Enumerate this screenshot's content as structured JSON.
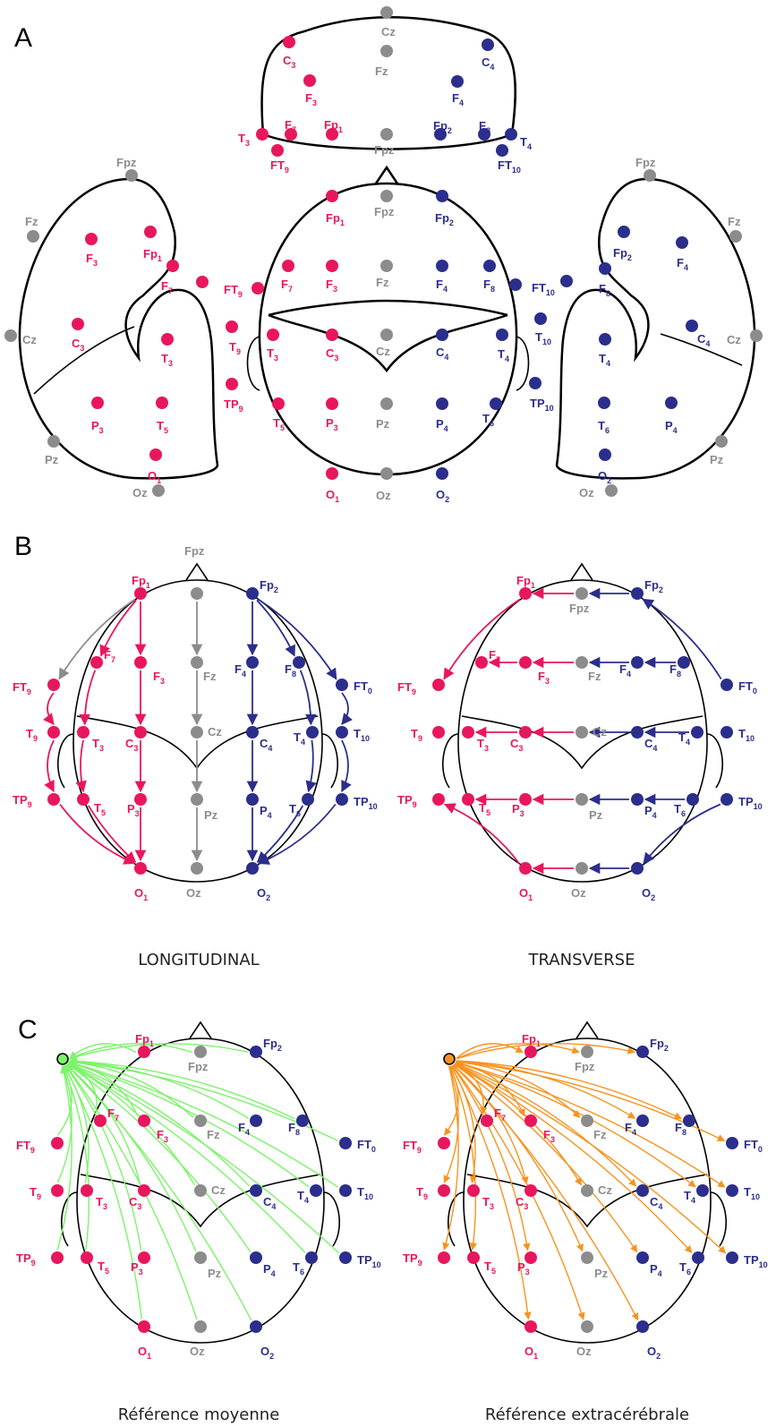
{
  "panels": {
    "A": {
      "letter": "A"
    },
    "B": {
      "letter": "B",
      "left_caption": "LONGITUDINAL",
      "right_caption": "TRANSVERSE"
    },
    "C": {
      "letter": "C",
      "left_caption": "Référence moyenne",
      "right_caption": "Référence extracérébrale"
    }
  },
  "colors": {
    "left": "#e8175d",
    "right": "#2b2e8c",
    "midline": "#8c8c8c",
    "average_ref": "#7cf36a",
    "extracerebral_ref": "#f7931e",
    "outline": "#000000"
  },
  "electrodes": {
    "Fp1": {
      "text": "Fp",
      "sub": "1"
    },
    "Fp2": {
      "text": "Fp",
      "sub": "2"
    },
    "Fpz": {
      "text": "Fpz",
      "sub": ""
    },
    "F3": {
      "text": "F",
      "sub": "3"
    },
    "F4": {
      "text": "F",
      "sub": "4"
    },
    "F7": {
      "text": "F",
      "sub": "7"
    },
    "F8": {
      "text": "F",
      "sub": "8"
    },
    "Fz": {
      "text": "Fz",
      "sub": ""
    },
    "FT9": {
      "text": "FT",
      "sub": "9"
    },
    "FT10": {
      "text": "FT",
      "sub": "10"
    },
    "FT0": {
      "text": "FT",
      "sub": "0"
    },
    "T3": {
      "text": "T",
      "sub": "3"
    },
    "T4": {
      "text": "T",
      "sub": "4"
    },
    "T5": {
      "text": "T",
      "sub": "5"
    },
    "T6": {
      "text": "T",
      "sub": "6"
    },
    "T9": {
      "text": "T",
      "sub": "9"
    },
    "T10": {
      "text": "T",
      "sub": "10"
    },
    "TP9": {
      "text": "TP",
      "sub": "9"
    },
    "TP10": {
      "text": "TP",
      "sub": "10"
    },
    "C3": {
      "text": "C",
      "sub": "3"
    },
    "C4": {
      "text": "C",
      "sub": "4"
    },
    "Cz": {
      "text": "Cz",
      "sub": ""
    },
    "P3": {
      "text": "P",
      "sub": "3"
    },
    "P4": {
      "text": "P",
      "sub": "4"
    },
    "Pz": {
      "text": "Pz",
      "sub": ""
    },
    "O1": {
      "text": "O",
      "sub": "1"
    },
    "O2": {
      "text": "O",
      "sub": "2"
    },
    "Oz": {
      "text": "Oz",
      "sub": ""
    }
  }
}
